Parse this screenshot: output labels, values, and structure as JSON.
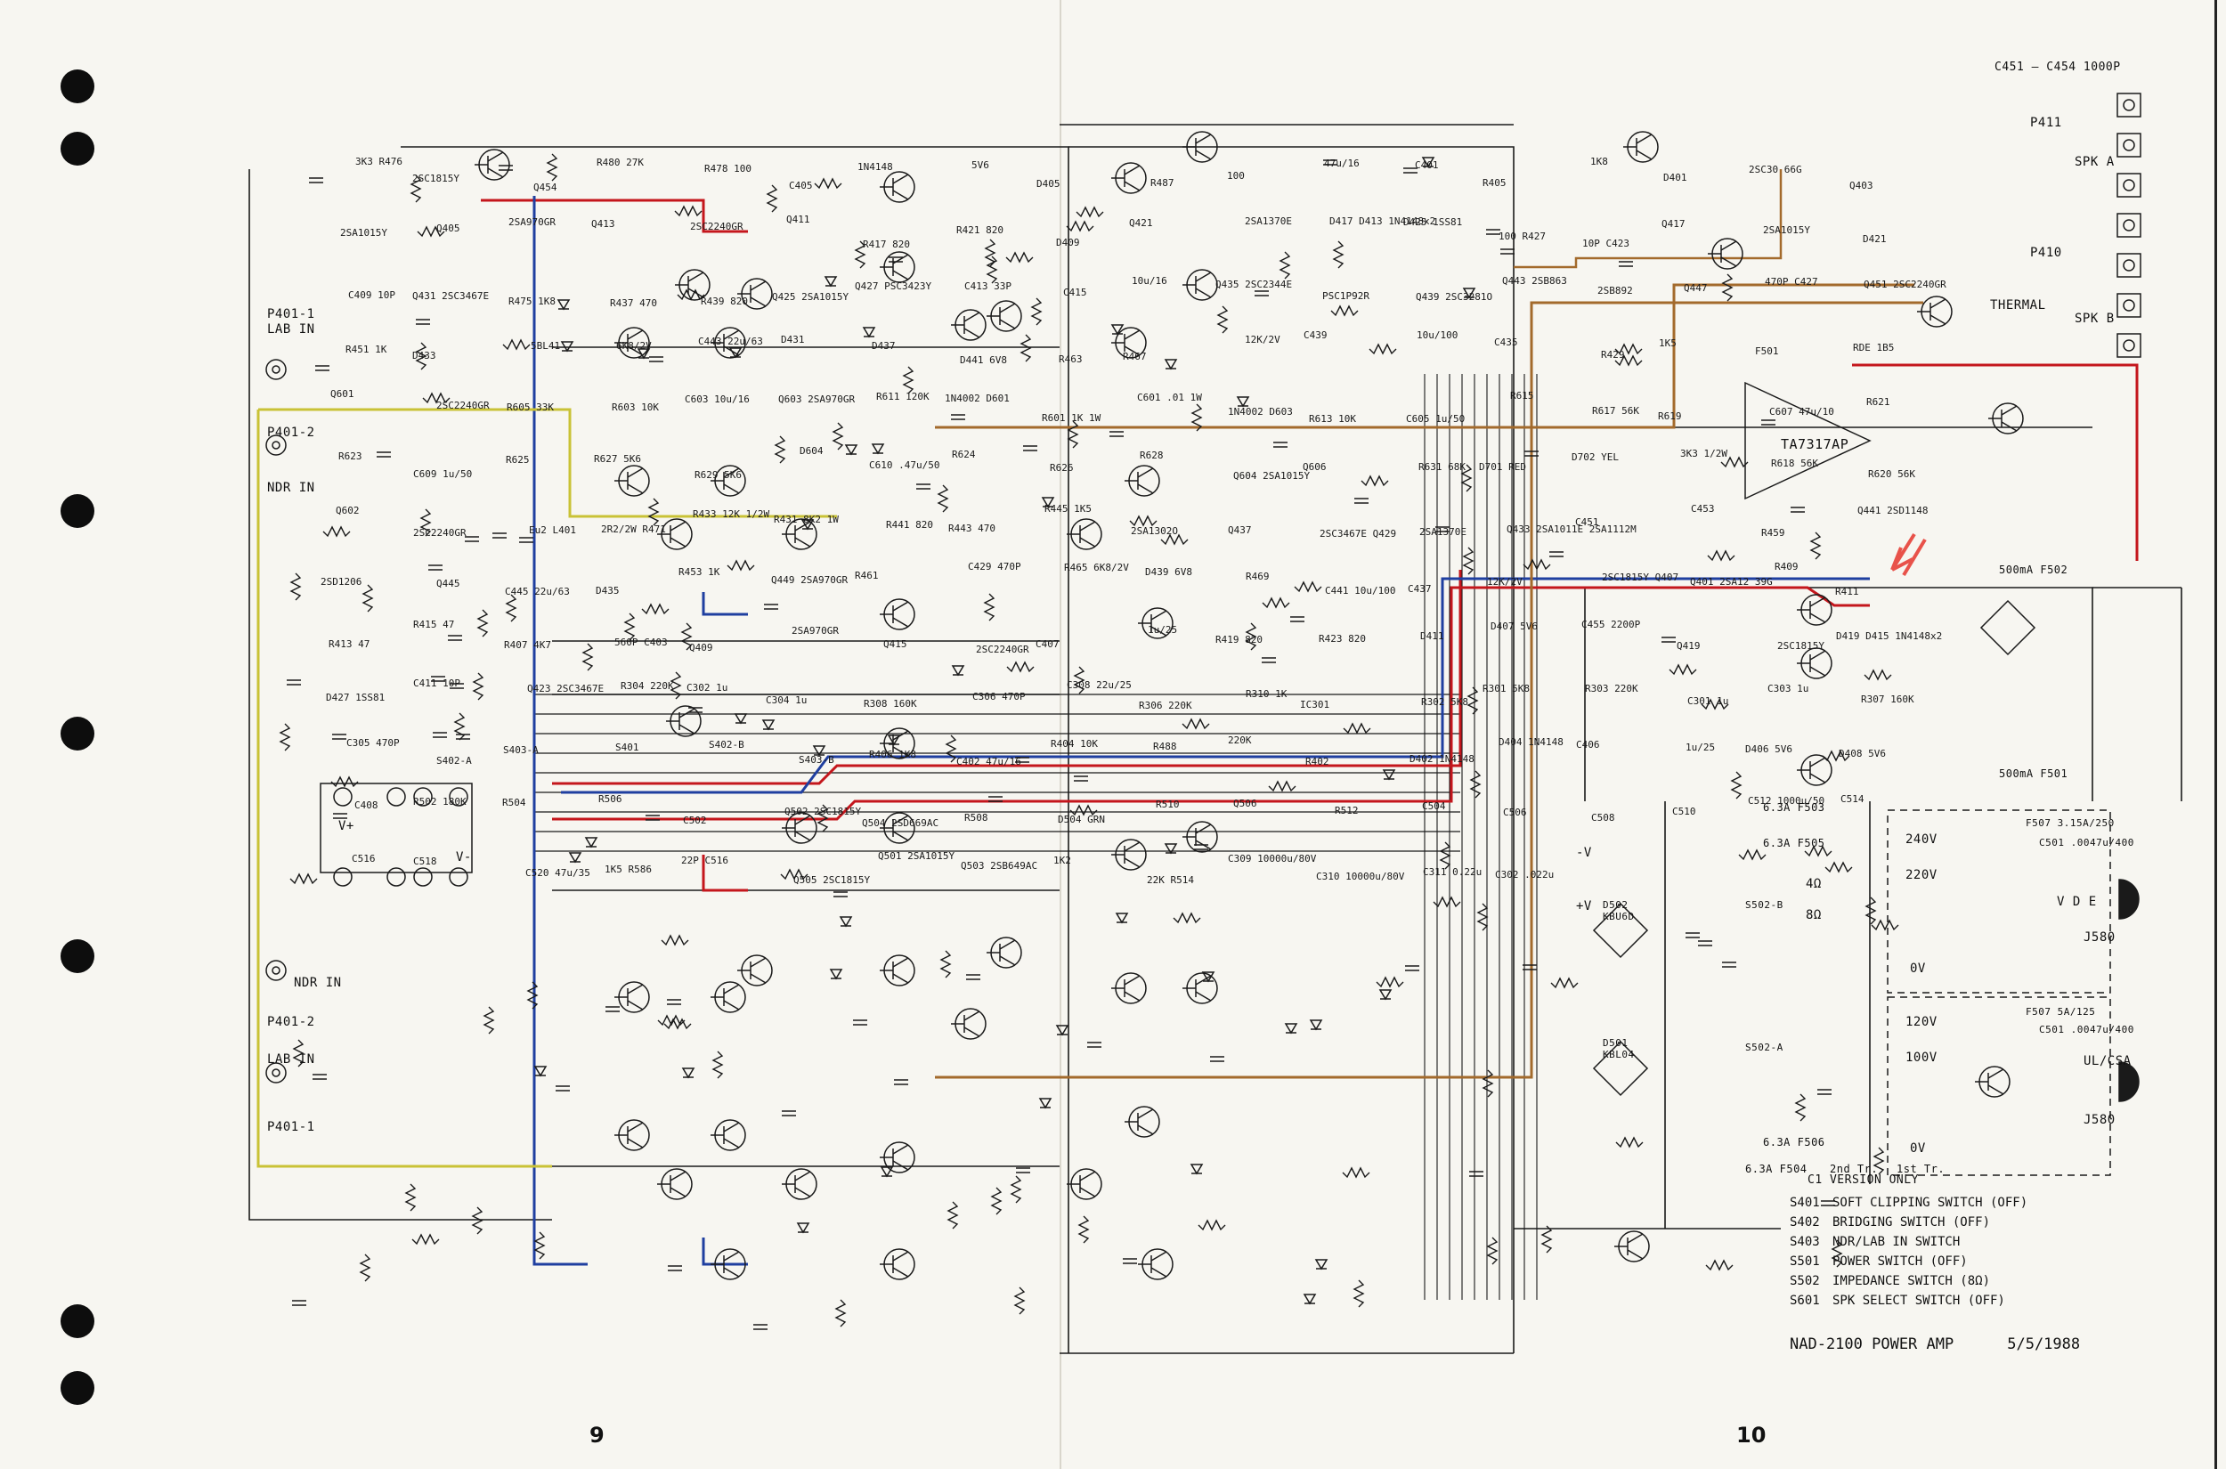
{
  "page_numbers": {
    "left": "9",
    "right": "10"
  },
  "top_note": "C451 — C454 1000P",
  "title": "NAD-2100 POWER AMP",
  "date": "5/5/1988",
  "version_note": "C1 VERSION ONLY",
  "legend": [
    {
      "code": "S401",
      "text": "SOFT CLIPPING SWITCH (OFF)"
    },
    {
      "code": "S402",
      "text": "BRIDGING SWITCH (OFF)"
    },
    {
      "code": "S403",
      "text": "NDR/LAB IN SWITCH"
    },
    {
      "code": "S501",
      "text": "POWER SWITCH (OFF)"
    },
    {
      "code": "S502",
      "text": "IMPEDANCE SWITCH (8Ω)"
    },
    {
      "code": "S601",
      "text": "SPK SELECT SWITCH (OFF)"
    }
  ],
  "connectors": {
    "p401_1_top": "P401-1",
    "lab_in_l": "LAB IN",
    "p401_2_top": "P401-2",
    "ndr_in_l": "NDR IN",
    "p401_2_bot": "P401-2",
    "ndr_in_r": "NDR IN",
    "lab_in_r": "LAB IN",
    "p401_1_bot": "P401-1",
    "spk_a": "SPK A",
    "spk_b": "SPK B",
    "thermal": "THERMAL",
    "p410": "P410",
    "p411": "P411"
  },
  "ic_labels": {
    "ta7317": "TA7317AP",
    "opamp_top": "V+",
    "opamp_bot": "V-"
  },
  "psu_labels": {
    "v240": "240V",
    "v220": "220V",
    "v0_top": "0V",
    "v120": "120V",
    "v100": "100V",
    "v0_bot": "0V",
    "ul_csa": "UL/CSA",
    "j580": "J580",
    "j581": "J580",
    "f507_top": "F507 3.15A/250",
    "f507_bot": "F507 5A/125",
    "c501_top": "C501 .0047u/400",
    "c501_bot": "C501 .0047u/400",
    "vde": "V D E",
    "fuse_500ma_top": "500mA F502",
    "fuse_500ma_bot": "500mA F501",
    "f503": "6.3A F503",
    "f505": "6.3A F505",
    "f506": "6.3A F506",
    "f504": "6.3A F504",
    "second_tr": "2nd Tr.",
    "first_tr": "1st Tr.",
    "d502": "D502 KBU6D",
    "d501": "D501 KBL04",
    "vplus": "+V",
    "vminus": "-V",
    "imp_4": "4Ω",
    "imp_8": "8Ω",
    "s502a": "S502-A",
    "s502b": "S502-B"
  },
  "component_labels": [
    "3K3 R476",
    "2SC1815Y",
    "Q454",
    "R480 27K",
    "R478 100",
    "C405",
    "1N4148",
    "5V6",
    "D405",
    "R487",
    "100",
    "47u/16",
    "C401",
    "R405",
    "1K8",
    "D401",
    "2SC30 66G",
    "Q403",
    "2SA1015Y",
    "Q405",
    "2SA970GR",
    "Q413",
    "2SC2240GR",
    "Q411",
    "R417 820",
    "R421 820",
    "D409",
    "Q421",
    "2SA1370E",
    "D417 D413 1N4148x2",
    "D425 1SS81",
    "100 R427",
    "10P C423",
    "Q417",
    "2SA1015Y",
    "D421",
    "C409 10P",
    "Q431 2SC3467E",
    "R475 1K8",
    "R437 470",
    "R439 820",
    "Q425 2SA1015Y",
    "Q427 PSC3423Y",
    "C413 33P",
    "C415",
    "10u/16",
    "Q435 2SC2344E",
    "PSC1P92R",
    "Q439 2SC3281O",
    "Q443 2SB863",
    "2SB892",
    "Q447",
    "470P C427",
    "Q451 2SC2240GR",
    "R451 1K",
    "D433",
    "5BL41",
    "6K8/2V",
    "C443 22u/63",
    "D431",
    "D437",
    "D441 6V8",
    "R463",
    "R467",
    "12K/2V",
    "C439",
    "10u/100",
    "C435",
    "R429",
    "1K5",
    "F501",
    "RDE 1B5",
    "Q601",
    "2SC2240GR",
    "R605 33K",
    "R603 10K",
    "C603 10u/16",
    "Q603 2SA970GR",
    "R611 120K",
    "1N4002 D601",
    "R601 1K 1W",
    "C601 .01 1W",
    "1N4002 D603",
    "R613 10K",
    "C605 1u/50",
    "R615",
    "R617 56K",
    "R619",
    "C607 47u/10",
    "R621",
    "R623",
    "C609 1u/50",
    "R625",
    "R627 5K6",
    "R629 5K6",
    "D604",
    "C610 .47u/50",
    "R624",
    "R626",
    "R628",
    "Q604 2SA1015Y",
    "Q606",
    "R631 68K",
    "D701 RED",
    "D702 YEL",
    "3K3 1/2W",
    "R618 56K",
    "R620 56K",
    "Q602",
    "2SC2240GR",
    "Eu2 L401",
    "2R2/2W R471",
    "R433 12K 1/2W",
    "R431 8K2 1W",
    "R441 820",
    "R443 470",
    "R445 1K5",
    "2SA1302O",
    "Q437",
    "2SC3467E Q429",
    "2SA1370E",
    "Q433 2SA1011E 2SA1112M",
    "C451",
    "C453",
    "R459",
    "Q441 2SD1148",
    "2SD1206",
    "Q445",
    "C445 22u/63",
    "D435",
    "R453 1K",
    "Q449 2SA970GR",
    "R461",
    "C429 470P",
    "R465 6K8/2V",
    "D439 6V8",
    "R469",
    "C441 10u/100",
    "C437",
    "12K/2V",
    "2SC1815Y Q407",
    "Q401 2SA12 39G",
    "R409",
    "R411",
    "R413 47",
    "R415 47",
    "R407 4K7",
    "560P C403",
    "Q409",
    "2SA970GR",
    "Q415",
    "2SC2240GR",
    "C407",
    "1u/25",
    "R419 820",
    "R423 820",
    "D411",
    "D407 5V6",
    "C455 2200P",
    "Q419",
    "2SC1815Y",
    "D419 D415 1N4148x2",
    "D427 1SS81",
    "C411 10P",
    "Q423 2SC3467E",
    "R304 220K",
    "C302 1u",
    "C304 1u",
    "R308 160K",
    "C306 470P",
    "C308 22u/25",
    "R306 220K",
    "R310 1K",
    "IC301",
    "R302 5K8",
    "R301 5K8",
    "R303 220K",
    "C301 1u",
    "C303 1u",
    "R307 160K",
    "C305 470P",
    "S402-A",
    "S403-A",
    "S401",
    "S402-B",
    "S403-B",
    "R406 1K8",
    "C402 47u/16",
    "R404 10K",
    "R488",
    "220K",
    "R402",
    "D402 1N4148",
    "D404 1N4148",
    "C406",
    "1u/25",
    "D406 5V6",
    "D408 5V6",
    "C408",
    "R502 180K",
    "R504",
    "R506",
    "C502",
    "Q502 2SC1815Y",
    "Q504 2SD669AC",
    "R508",
    "D504 GRN",
    "R510",
    "Q506",
    "R512",
    "C504",
    "C506",
    "C508",
    "C510",
    "C512 1000u/50",
    "C514",
    "C516",
    "C518",
    "C520 47u/35",
    "1K5 R586",
    "22P C516",
    "Q505 2SC1815Y",
    "Q501 2SA1015Y",
    "Q503 2SB649AC",
    "1K2",
    "22K R514",
    "C309 10000u/80V",
    "C310 10000u/80V",
    "C311 0.22u",
    "C302 .022u"
  ],
  "annotation_colors": {
    "red": "#c4161c",
    "blue": "#1f3fa0",
    "yellow": "#c9c236",
    "brown": "#a36a2c",
    "arrow": "#e8524a"
  }
}
